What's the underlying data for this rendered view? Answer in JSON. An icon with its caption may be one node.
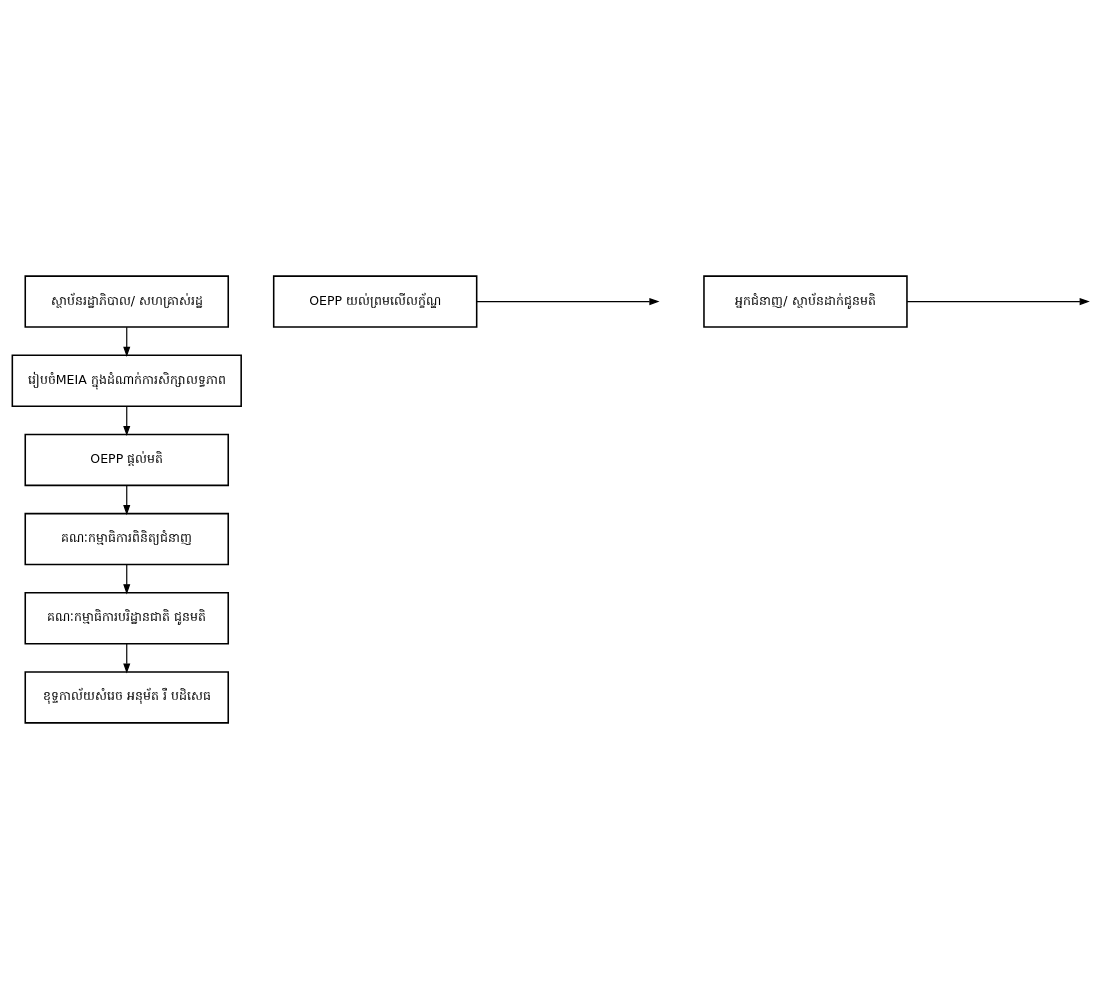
{
  "diagram": {
    "nodes": [
      {
        "text": [
          "ស្ថាប័នរដ្ឋាភិបាល/ សហគ្រាស់រដ្ឋ"
        ]
      },
      {
        "text": [
          "OEPP យល់ព្រមលើលក្ខ័ណ្ឌ"
        ]
      },
      {
        "text": [
          "រៀបចំMEIA ក្នុងដំណាក់ការសិក្សាលទ្ធភាព"
        ]
      },
      {
        "text": [
          "OEPP ផ្តល់មតិ"
        ]
      },
      {
        "text": [
          "គណៈកម្មាធិការពិនិត្យជំនាញ"
        ]
      },
      {
        "text": [
          "គណៈកម្មាធិការបរិដ្ឋានជាតិ ជូនមតិ"
        ]
      },
      {
        "text": [
          "អ្នកជំនាញ/ ស្ថាប័នដាក់ជូនមតិ"
        ]
      },
      {
        "text": [
          "ខុទ្ទកាល័យសំរេច អនុម័ត រឺ បដិសេធ"
        ]
      }
    ],
    "edges": [
      {
        "from": 0,
        "to": 2,
        "arrow": "to"
      },
      {
        "from": 1,
        "to": null,
        "arrow": "to"
      },
      {
        "from": 2,
        "to": 3,
        "arrow": "to"
      },
      {
        "from": 3,
        "to": 4,
        "arrow": "to"
      },
      {
        "from": 4,
        "to": 5,
        "arrow": "to"
      },
      {
        "from": 5,
        "to": 7,
        "arrow": "to"
      },
      {
        "from": 6,
        "to": null,
        "arrow": "to"
      }
    ]
  }
}
